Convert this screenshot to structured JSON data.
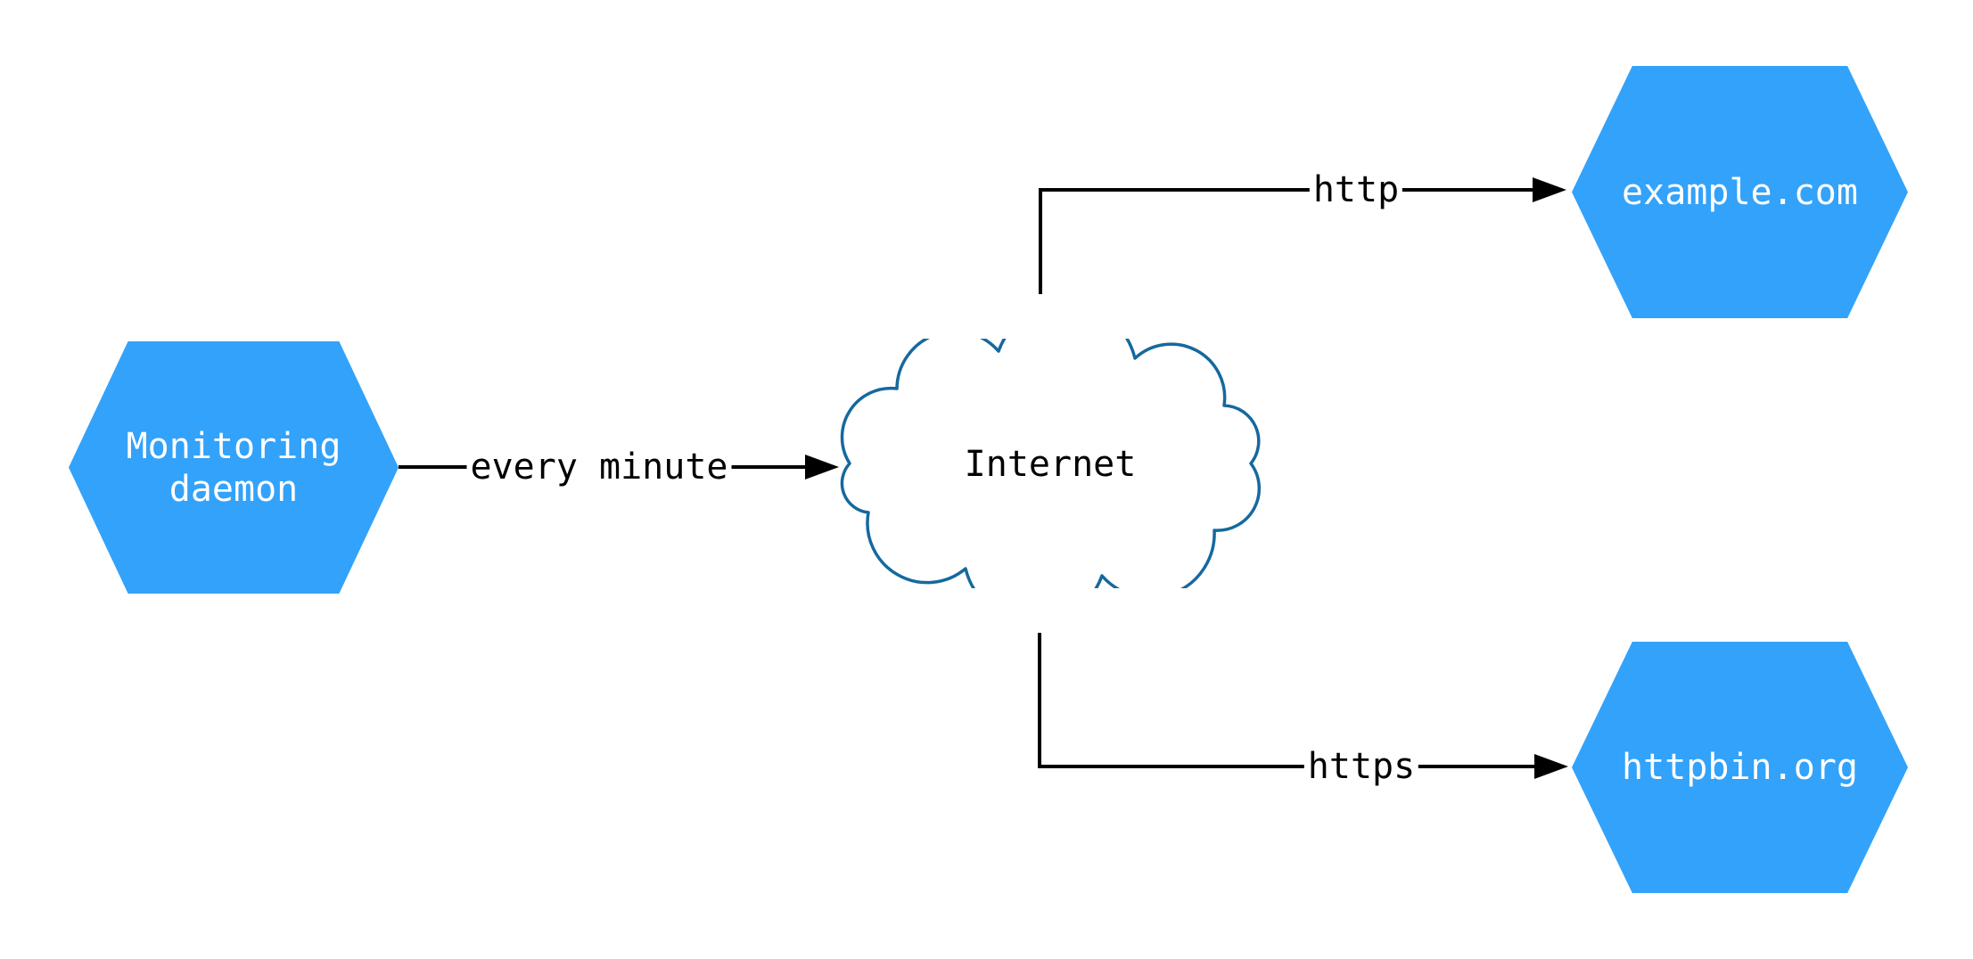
{
  "diagram": {
    "nodes": {
      "monitoring_daemon": {
        "label": "Monitoring daemon"
      },
      "internet": {
        "label": "Internet"
      },
      "example_com": {
        "label": "example.com"
      },
      "httpbin_org": {
        "label": "httpbin.org"
      }
    },
    "edges": {
      "monitoring_to_internet": {
        "label": "every minute"
      },
      "internet_to_example": {
        "label": "http"
      },
      "internet_to_httpbin": {
        "label": "https"
      }
    },
    "colors": {
      "node_fill": "#33a2fa",
      "node_text": "#ffffff",
      "cloud_stroke": "#15699e",
      "edge_color": "#000000",
      "background": "#ffffff"
    }
  }
}
